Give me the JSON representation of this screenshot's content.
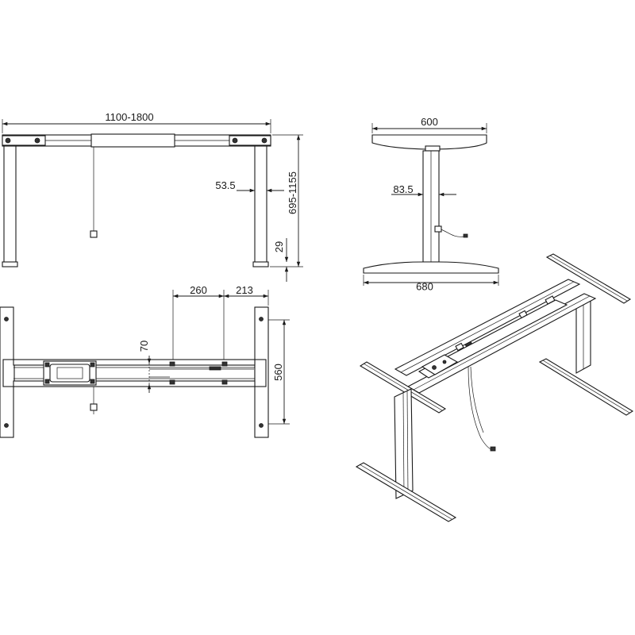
{
  "dimensions": {
    "front_width": "1100-1800",
    "front_height": "695-1155",
    "front_leg_offset": "53.5",
    "front_foot_height": "29",
    "side_top_width": "600",
    "side_column_offset": "83.5",
    "side_foot_width": "680",
    "top_spacing_a": "260",
    "top_spacing_b": "213",
    "top_spacing_c": "70",
    "top_depth": "560"
  },
  "colors": {
    "line": "#1a1a1a",
    "background": "#ffffff"
  }
}
